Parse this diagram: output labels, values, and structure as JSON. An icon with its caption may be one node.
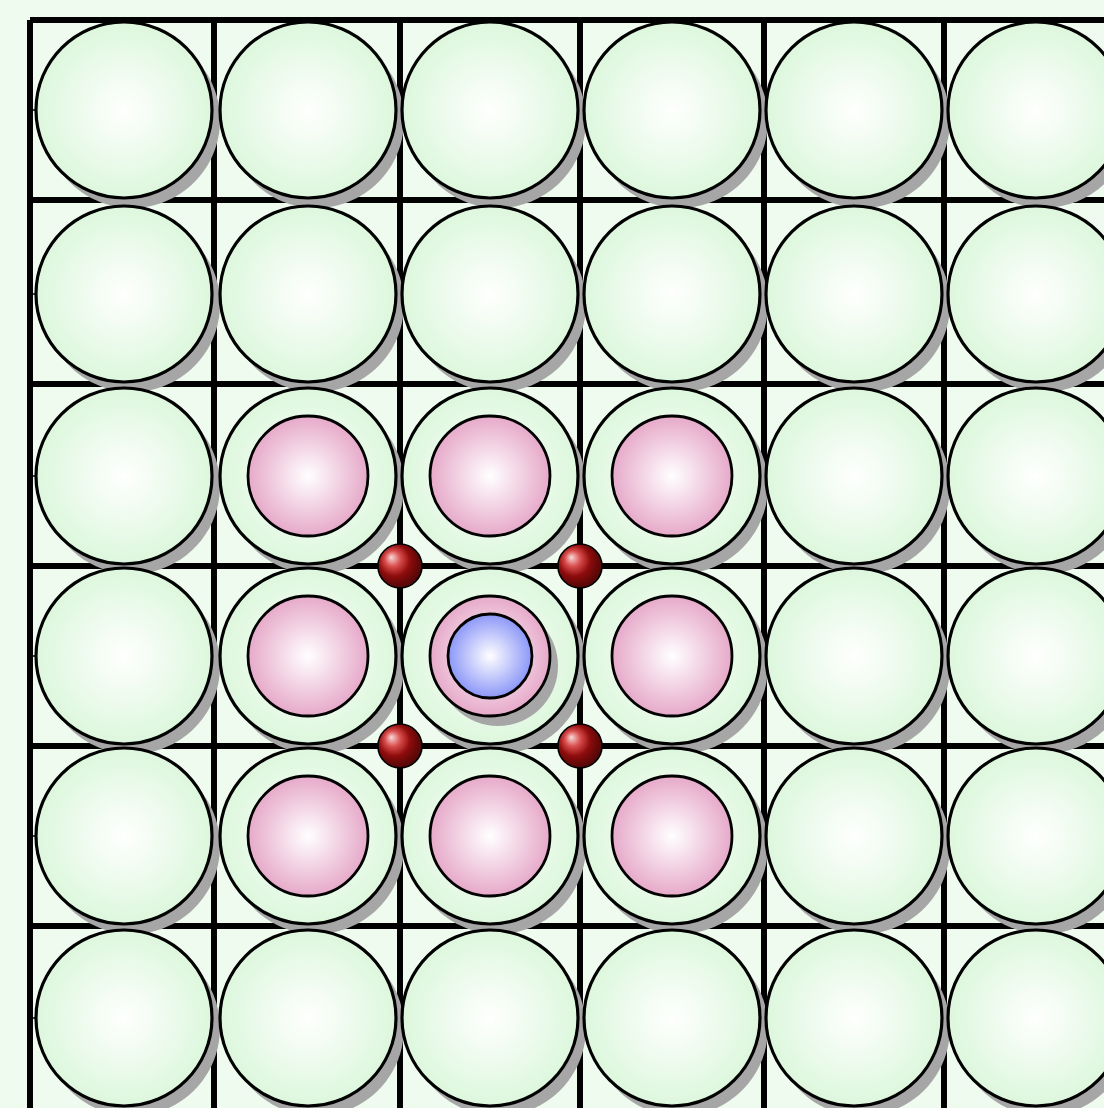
{
  "diagram": {
    "nodes": [
      {
        "text": [],
        "shape": "circle"
      },
      {
        "text": [],
        "shape": "circle"
      },
      {
        "text": [],
        "shape": "circle"
      },
      {
        "text": [],
        "shape": "circle"
      },
      {
        "text": [],
        "shape": "circle"
      },
      {
        "text": [],
        "shape": "circle"
      },
      {
        "text": [],
        "shape": "circle"
      },
      {
        "text": [],
        "shape": "circle"
      },
      {
        "text": [],
        "shape": "circle"
      },
      {
        "text": [],
        "shape": "circle"
      },
      {
        "text": [],
        "shape": "circle"
      },
      {
        "text": [],
        "shape": "circle"
      },
      {
        "text": [],
        "shape": "circle"
      },
      {
        "text": [],
        "shape": "circle"
      },
      {
        "text": [],
        "shape": "circle",
        "in": 13
      },
      {
        "text": [],
        "shape": "circle"
      },
      {
        "text": [],
        "shape": "circle",
        "in": 15
      },
      {
        "text": [],
        "shape": "circle"
      },
      {
        "text": [],
        "shape": "circle",
        "in": 17
      },
      {
        "text": [],
        "shape": "circle"
      },
      {
        "text": [],
        "shape": "circle"
      },
      {
        "text": [],
        "shape": "circle"
      },
      {
        "text": [],
        "shape": "circle"
      },
      {
        "text": [],
        "shape": "circle",
        "in": 22
      },
      {
        "text": [],
        "shape": "circle"
      },
      {
        "text": [],
        "shape": "circle",
        "in": 24
      },
      {
        "text": [],
        "shape": "circle",
        "in": 25
      },
      {
        "text": [],
        "shape": "circle"
      },
      {
        "text": [],
        "shape": "circle",
        "in": 27
      },
      {
        "text": [],
        "shape": "circle"
      },
      {
        "text": [],
        "shape": "circle"
      },
      {
        "text": [],
        "shape": "circle"
      },
      {
        "text": [],
        "shape": "circle"
      },
      {
        "text": [],
        "shape": "circle",
        "in": 32
      },
      {
        "text": [],
        "shape": "circle"
      },
      {
        "text": [],
        "shape": "circle",
        "in": 34
      },
      {
        "text": [],
        "shape": "circle"
      },
      {
        "text": [],
        "shape": "circle",
        "in": 36
      },
      {
        "text": [],
        "shape": "circle"
      },
      {
        "text": [],
        "shape": "circle"
      },
      {
        "text": [],
        "shape": "circle"
      },
      {
        "text": [],
        "shape": "circle"
      },
      {
        "text": [],
        "shape": "circle"
      },
      {
        "text": [],
        "shape": "circle"
      },
      {
        "text": [],
        "shape": "circle"
      },
      {
        "text": [],
        "shape": "circle"
      },
      {
        "text": [],
        "shape": "circle"
      },
      {
        "text": [],
        "shape": "circle"
      },
      {
        "text": [],
        "shape": "circle"
      },
      {
        "text": [],
        "shape": "circle"
      }
    ]
  }
}
